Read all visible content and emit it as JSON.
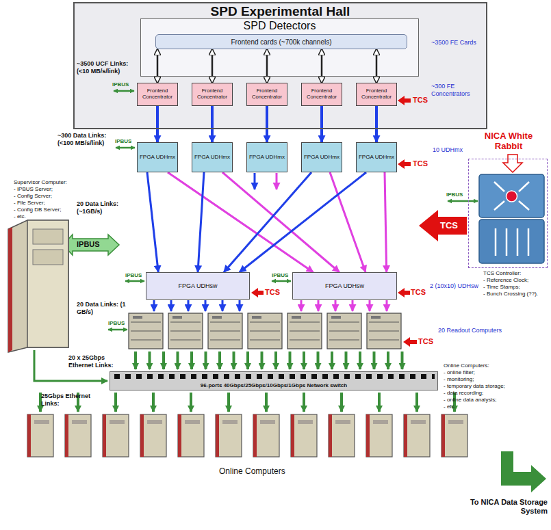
{
  "diagram": {
    "nodes": [
      {
        "text": [
          "SPD Experimental Hall"
        ]
      },
      {
        "text": [
          "SPD Detectors"
        ],
        "in": 0
      },
      {
        "text": [
          "Frontend cards (~700k channels)"
        ],
        "in": 1
      },
      {
        "text": [
          "Frontend Concentrator"
        ],
        "in": 0
      },
      {
        "text": [
          "Frontend Concentrator"
        ],
        "in": 0
      },
      {
        "text": [
          "Frontend Concentrator"
        ],
        "in": 0
      },
      {
        "text": [
          "Frontend Concentrator"
        ],
        "in": 0
      },
      {
        "text": [
          "Frontend Concentrator"
        ],
        "in": 0
      },
      {
        "text": [
          "FPGA UDHmx"
        ]
      },
      {
        "text": [
          "FPGA UDHmx"
        ]
      },
      {
        "text": [
          "FPGA UDHmx"
        ]
      },
      {
        "text": [
          "FPGA UDHmx"
        ]
      },
      {
        "text": [
          "FPGA UDHmx"
        ]
      },
      {
        "text": [
          "NICA White Rabbit"
        ]
      },
      {
        "text": [
          "FPGA UDHsw"
        ]
      },
      {
        "text": [
          "FPGA UDHsw"
        ]
      },
      {
        "text": [
          "96-ports 40Gbps/25Gbps/10Gbps/1Gbps Network switch"
        ]
      }
    ],
    "edges": [
      {
        "from": 2,
        "to": 3,
        "arrow": "both"
      },
      {
        "from": 2,
        "to": 4,
        "arrow": "both"
      },
      {
        "from": 2,
        "to": 5,
        "arrow": "both"
      },
      {
        "from": 2,
        "to": 6,
        "arrow": "both"
      },
      {
        "from": 2,
        "to": 7,
        "arrow": "both"
      },
      {
        "from": 3,
        "to": 8,
        "arrow": "to"
      },
      {
        "from": 4,
        "to": 9,
        "arrow": "to"
      },
      {
        "from": 5,
        "to": 10,
        "arrow": "to"
      },
      {
        "from": 6,
        "to": 11,
        "arrow": "to"
      },
      {
        "from": 7,
        "to": 12,
        "arrow": "to"
      },
      {
        "from": 8,
        "to": 14,
        "arrow": "to"
      },
      {
        "from": 8,
        "to": 15,
        "arrow": "to"
      },
      {
        "from": 9,
        "to": 14,
        "arrow": "to"
      },
      {
        "from": 9,
        "to": 15,
        "arrow": "to"
      },
      {
        "from": 11,
        "to": 14,
        "arrow": "to"
      },
      {
        "from": 11,
        "to": 15,
        "arrow": "to"
      },
      {
        "from": 12,
        "to": 14,
        "arrow": "to"
      },
      {
        "from": 12,
        "to": 15,
        "arrow": "to"
      }
    ],
    "labels": [
      "~3500 FE Cards",
      "~300 FE Concentrators",
      "~3500 UCF Links: (<10 MB/s/link)",
      "IPBUS",
      "TCS",
      "~300 Data Links: (<100 MB/s/link)",
      "IPBUS",
      "10 UDHmx",
      "TCS",
      "Supervisor Computer:",
      "- IPBUS Server;",
      "- Config Server;",
      "- File Server;",
      "- Config DB Server;",
      "- etc.",
      "20 Data Links: (~1GB/s)",
      "IPBUS",
      "TCS",
      "IPBUS",
      "IPBUS",
      "IPBUS",
      "TCS",
      "TCS",
      "2 (10x10) UDHsw",
      "TCS Controller:",
      "- Reference Clock;",
      "- Time Stamps;",
      "- Bunch Crossing (??).",
      "20 Data Links: (1 GB/s)",
      "IPBUS",
      "20 Readout Computers",
      "TCS",
      "20 x 25Gbps Ethernet Links:",
      "Online Computers:",
      "- online filter;",
      "- monitoring;",
      "- temporary data storage;",
      "- data recording;",
      "- online data analysis;",
      "- etc.",
      "25Gbps Ethernet Links:",
      "Online Computers",
      "To NICA Data Storage System"
    ]
  }
}
